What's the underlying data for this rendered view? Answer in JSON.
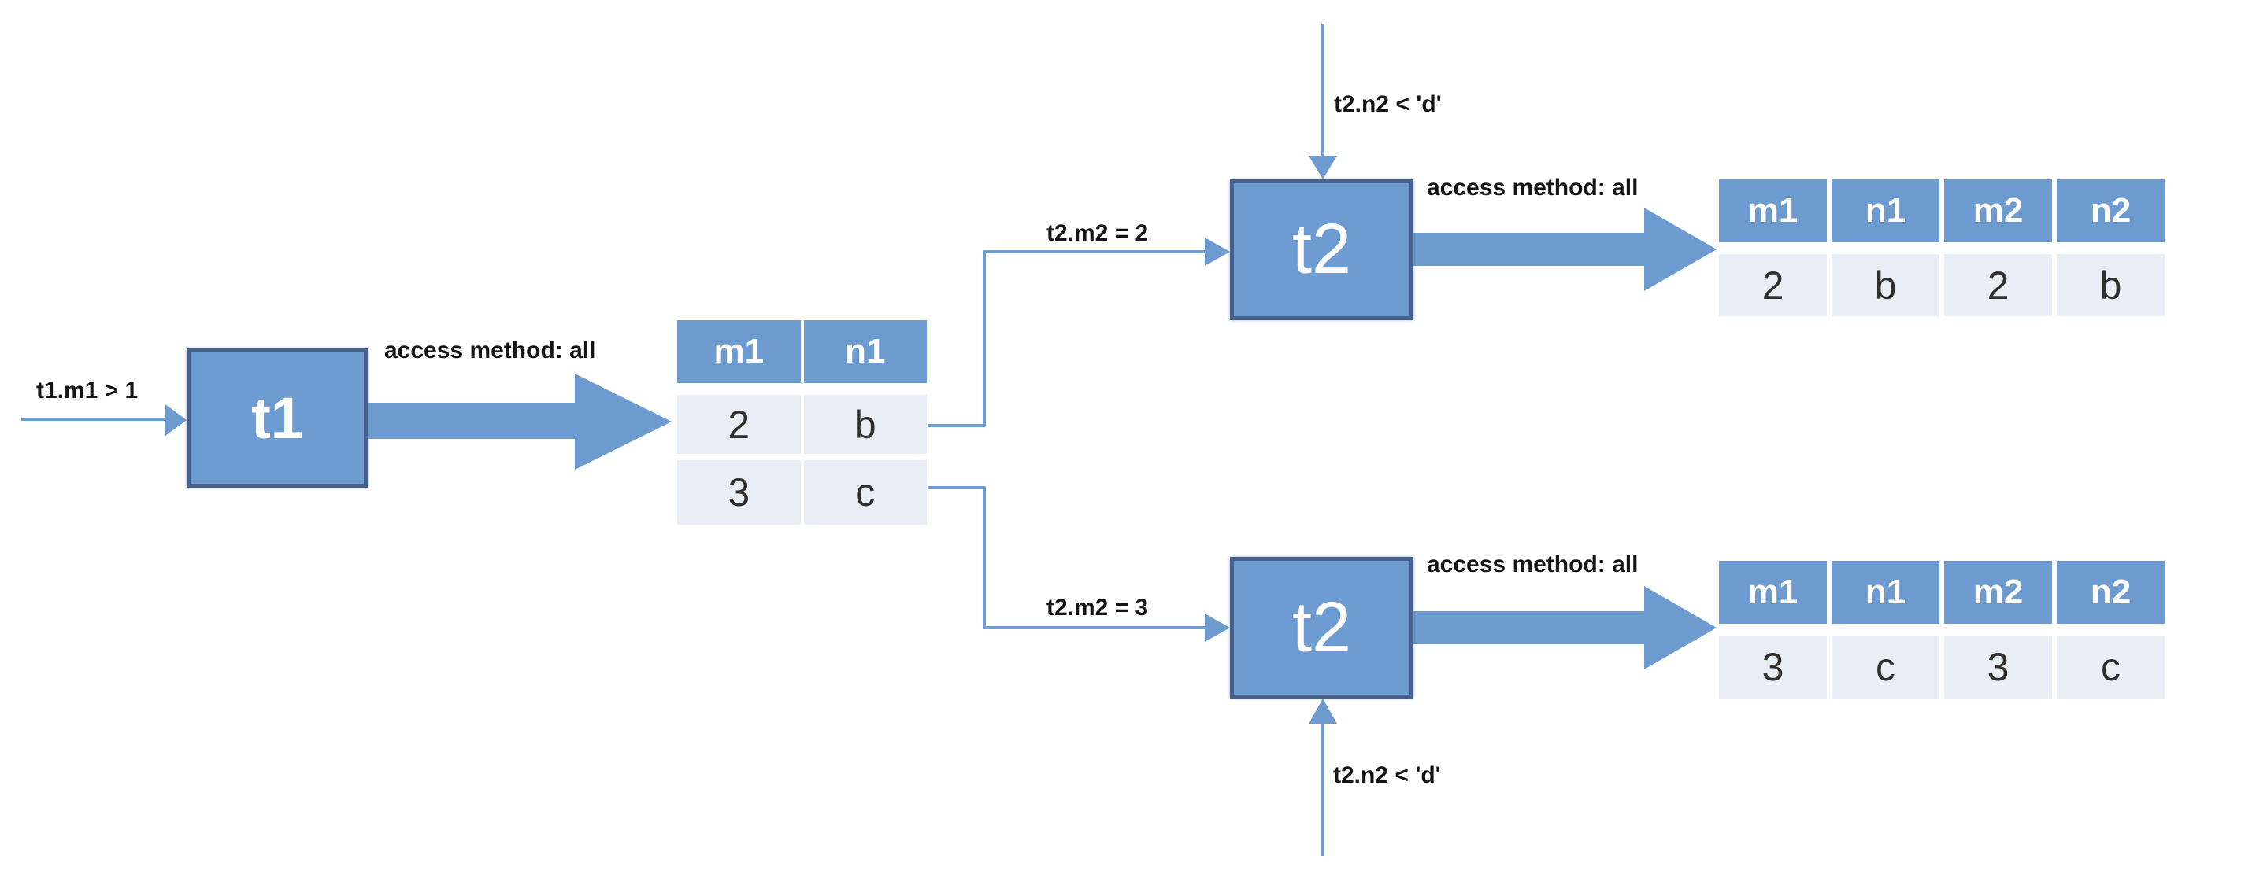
{
  "palette": {
    "node_fill": "#6f9bd3",
    "node_border": "#46618c",
    "table_header_fill": "#6d9bd0",
    "table_row_fill": "#e9eef6",
    "big_arrow_fill": "#6d9bd0",
    "edge_line": "#6f9cd4",
    "label_text": "#151515",
    "node_text": "#ffffff",
    "cell_text": "#2f2f2f"
  },
  "nodes": {
    "t1": {
      "label": "t1"
    },
    "t2_top": {
      "label": "t2"
    },
    "t2_bottom": {
      "label": "t2"
    }
  },
  "labels": {
    "t1_filter": "t1.m1 > 1",
    "t1_access": "access method: all",
    "t2_top_join": "t2.m2 = 2",
    "t2_top_filter": "t2.n2 < 'd'",
    "t2_top_access": "access method: all",
    "t2_bottom_join": "t2.m2 = 3",
    "t2_bottom_filter": "t2.n2 < 'd'",
    "t2_bottom_access": "access method: all"
  },
  "tables": {
    "t1_result": {
      "headers": [
        "m1",
        "n1"
      ],
      "rows": [
        [
          "2",
          "b"
        ],
        [
          "3",
          "c"
        ]
      ]
    },
    "t2_top_result": {
      "headers": [
        "m1",
        "n1",
        "m2",
        "n2"
      ],
      "rows": [
        [
          "2",
          "b",
          "2",
          "b"
        ]
      ]
    },
    "t2_bottom_result": {
      "headers": [
        "m1",
        "n1",
        "m2",
        "n2"
      ],
      "rows": [
        [
          "3",
          "c",
          "3",
          "c"
        ]
      ]
    }
  }
}
